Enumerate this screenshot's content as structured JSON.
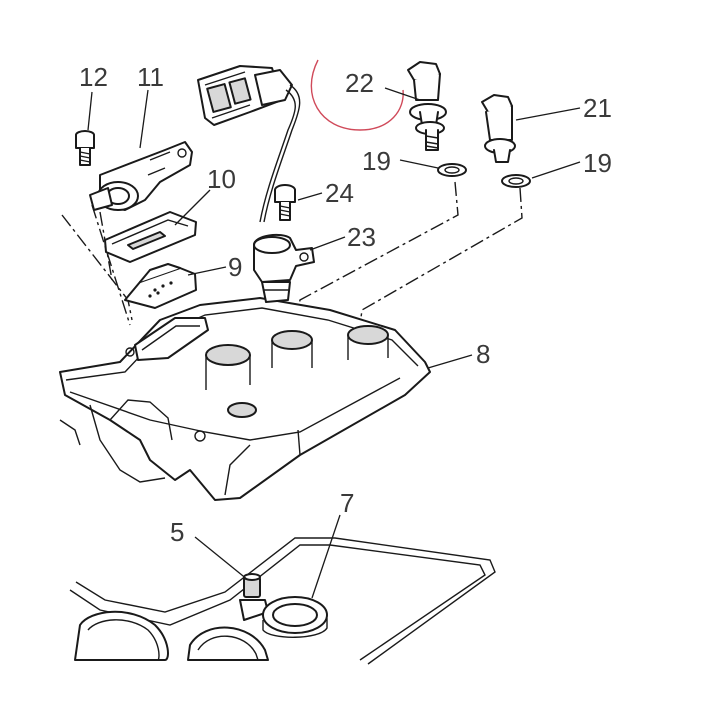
{
  "diagram": {
    "callouts": [
      "12",
      "11",
      "22",
      "21",
      "19",
      "19",
      "10",
      "24",
      "23",
      "9",
      "8",
      "5",
      "7"
    ]
  },
  "colors": {
    "line": "#1a1a1a",
    "label": "#3a3a3a",
    "highlight_circle": "#d04a5a",
    "part_shade": "#d8d8d8"
  }
}
